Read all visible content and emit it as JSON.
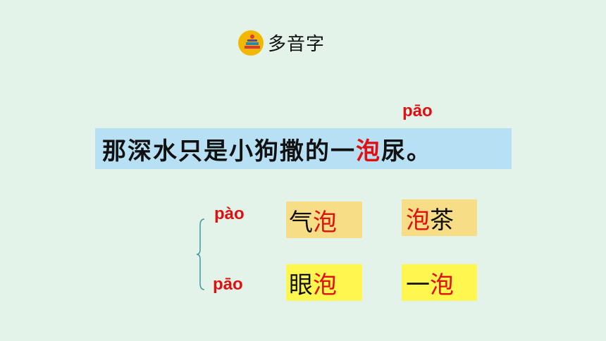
{
  "title": {
    "text": "多音字",
    "icon": "books-icon"
  },
  "sentence": {
    "pinyin": "pāo",
    "before": "那深水只是小狗撒的一",
    "highlight": "泡",
    "after": "尿。"
  },
  "group1": {
    "pinyin": "pào",
    "word1": {
      "pre": "气",
      "hl": "泡",
      "post": ""
    },
    "word2": {
      "pre": "",
      "hl": "泡",
      "post": "茶"
    }
  },
  "group2": {
    "pinyin": "pāo",
    "word1": {
      "pre": "眼",
      "hl": "泡",
      "post": ""
    },
    "word2": {
      "pre": "一",
      "hl": "泡",
      "post": ""
    }
  },
  "colors": {
    "background": "#e4f3ea",
    "highlight_red": "#e01010",
    "sentence_bg": "#b8e0f4",
    "word_bg_tan": "#f7dd86",
    "word_bg_yellow": "#fff650"
  }
}
